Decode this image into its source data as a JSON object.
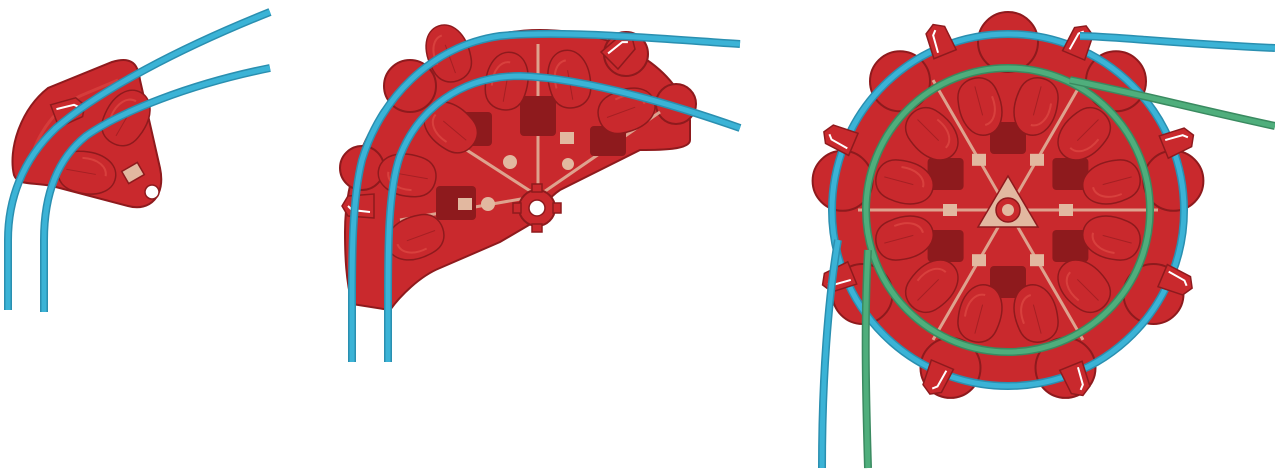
{
  "colors": {
    "background": "#ffffff",
    "organizer_red": "#c9292d",
    "organizer_red_dark": "#8e1a1d",
    "organizer_red_light": "#de4a45",
    "hole_beige": "#e2b8a0",
    "cable_blue": "#3bb3d6",
    "cable_blue_dark": "#2a8fb0",
    "cable_green": "#4fae7c",
    "cable_green_dark": "#3a8a60"
  },
  "panels": [
    {
      "id": "stage-1",
      "pieces": 1,
      "blue_cables": 2,
      "green_cables": 0
    },
    {
      "id": "stage-2",
      "pieces": 3,
      "blue_cables": 2,
      "green_cables": 0
    },
    {
      "id": "stage-3",
      "pieces": 6,
      "blue_cables": 1,
      "green_cables": 1
    }
  ]
}
